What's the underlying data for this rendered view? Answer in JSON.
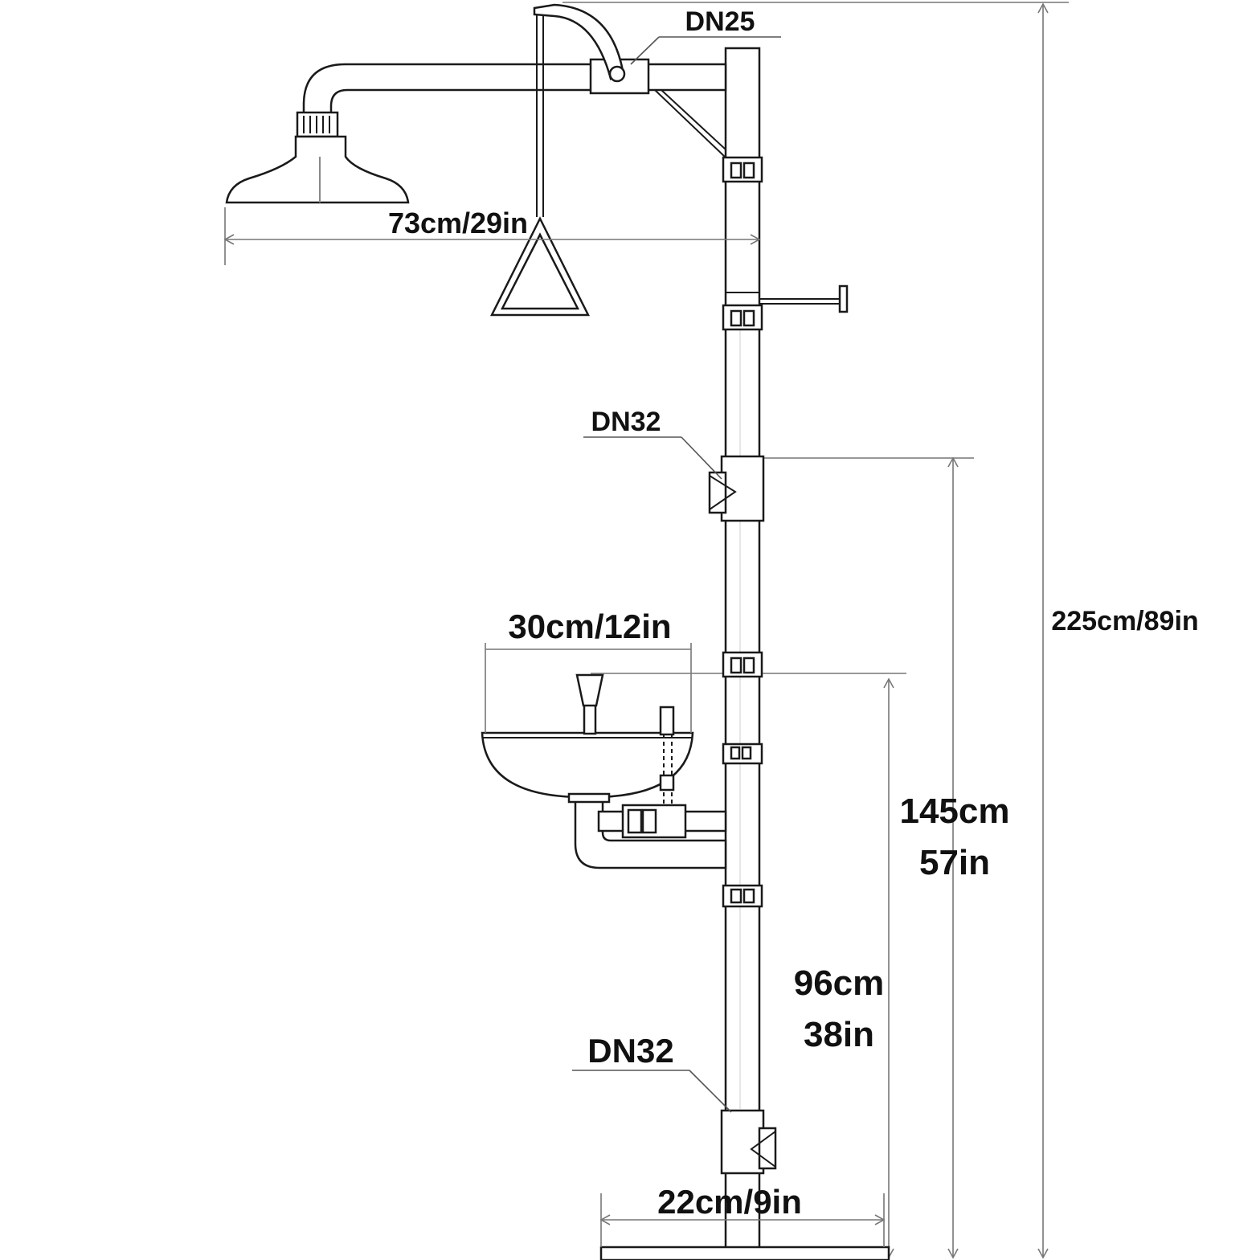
{
  "labels": {
    "top_pipe_size": "DN25",
    "middle_pipe_size": "DN32",
    "bottom_pipe_size": "DN32",
    "shower_reach": "73cm/29in",
    "bowl_width": "30cm/12in",
    "overall_height": "225cm/89in",
    "shower_valve_height_cm": "145cm",
    "shower_valve_height_in": "57in",
    "bowl_height_cm": "96cm",
    "bowl_height_in": "38in",
    "base_width": "22cm/9in"
  },
  "colors": {
    "line": "#1a1a1a",
    "dimension_line": "#777777",
    "text": "#111111",
    "background": "#ffffff"
  }
}
